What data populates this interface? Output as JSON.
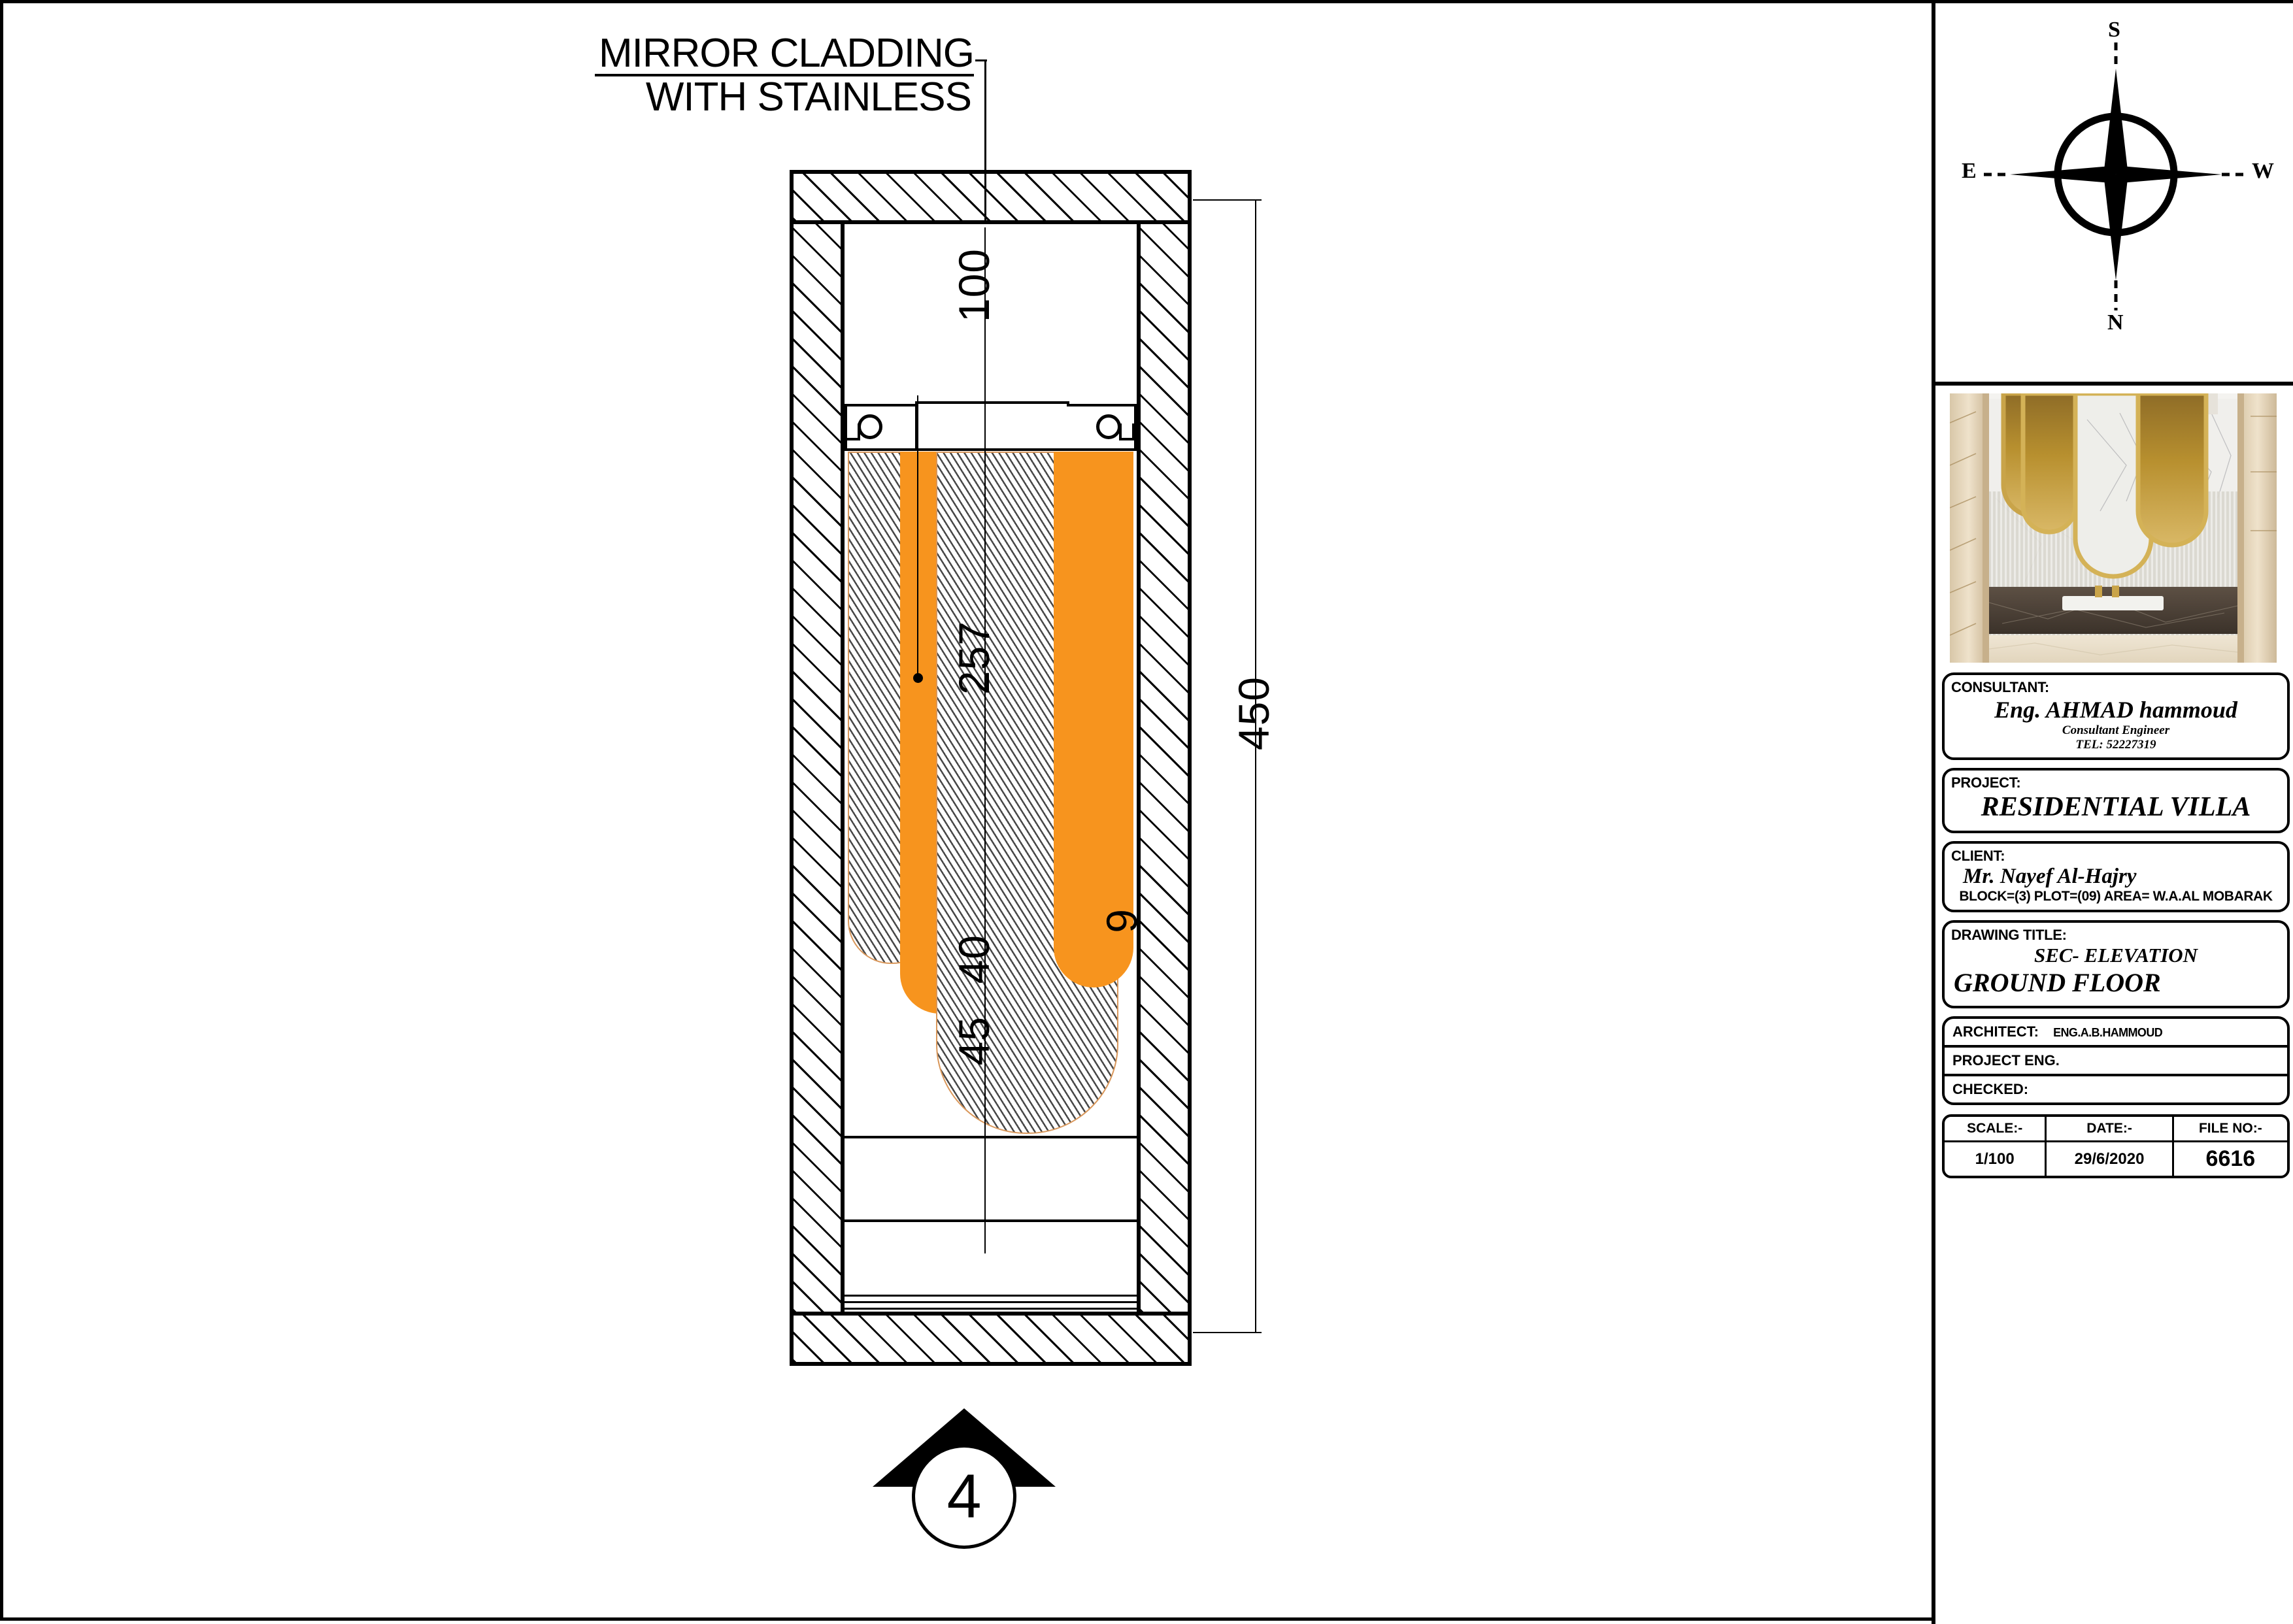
{
  "sheet": {
    "note": {
      "line1": "MIRROR CLADDING",
      "line2": "WITH STAINLESS"
    },
    "section_marker": {
      "number": "4"
    }
  },
  "dimensions": {
    "ceiling_drop": "100",
    "mirror_height": "257",
    "counter_edge": "9",
    "counter_band": "40",
    "lower_band": "45",
    "overall_height": "450"
  },
  "compass": {
    "top": "S",
    "bottom": "N",
    "left": "E",
    "right": "W"
  },
  "titleblock": {
    "consultant": {
      "label": "CONSULTANT:",
      "name": "Eng. AHMAD hammoud",
      "role": "Consultant Engineer",
      "tel": "TEL: 52227319"
    },
    "project": {
      "label": "PROJECT:",
      "name": "RESIDENTIAL  VILLA"
    },
    "client": {
      "label": "CLIENT:",
      "name": "Mr. Nayef Al-Hajry",
      "plot": "BLOCK=(3) PLOT=(09) AREA= W.A.AL MOBARAK"
    },
    "drawing": {
      "label": "DRAWING  TITLE:",
      "title1": "SEC- ELEVATION",
      "title2": "GROUND  FLOOR"
    },
    "roles": {
      "architect_label": "ARCHITECT:",
      "architect_value": "ENG.A.B.HAMMOUD",
      "project_eng_label": "PROJECT  ENG.",
      "checked_label": "CHECKED:"
    },
    "footer": {
      "scale_label": "SCALE:-",
      "date_label": "DATE:-",
      "file_label": "FILE NO:-",
      "scale_value": "1/100",
      "date_value": "29/6/2020",
      "file_value": "6616"
    }
  },
  "colors": {
    "mirror_orange": "#F7941E",
    "marble_outline": "#d9975a",
    "ink": "#000000"
  }
}
